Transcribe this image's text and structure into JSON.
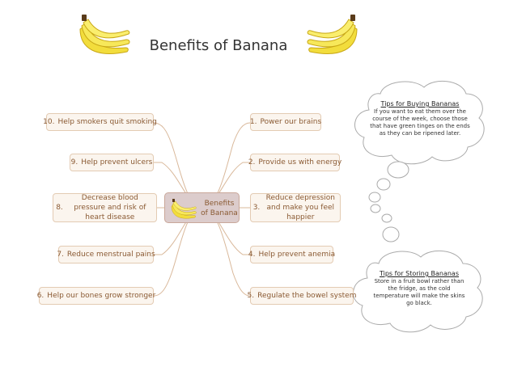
{
  "title": "Benefits of Banana",
  "center_topic": "Benefits of Banana",
  "left_branches": [
    {
      "number": "10.",
      "text": "Help smokers quit smoking"
    },
    {
      "number": "9.",
      "text": "Help prevent ulcers"
    },
    {
      "number": "8.",
      "text": "Decrease blood pressure and risk of heart disease"
    },
    {
      "number": "7.",
      "text": "Reduce menstrual pains"
    },
    {
      "number": "6.",
      "text": "Help our bones grow stronger"
    }
  ],
  "right_branches": [
    {
      "number": "1.",
      "text": "Power our brains"
    },
    {
      "number": "2.",
      "text": "Provide us with energy"
    },
    {
      "number": "3.",
      "text": "Reduce depression and make you feel happier"
    },
    {
      "number": "4.",
      "text": "Help prevent anemia"
    },
    {
      "number": "5.",
      "text": "Regulate the bowel system"
    }
  ],
  "tips_buying": {
    "heading": "Tips for Buying Bananas",
    "body": "If you want to eat them over the course of the week, choose those that have green tinges on the ends as they can be ripened later."
  },
  "tips_storing": {
    "heading": "Tips for Storing Bananas",
    "body": "Store in a fruit bowl rather than the fridge, as the cold temperature will make the skins go black."
  },
  "colors": {
    "box_fill": "#fbf5ee",
    "box_border": "#e3cbb3",
    "text": "#8a5a33",
    "connector": "#d9b89a",
    "center_fill": "#dccccc",
    "banana": "#f5e04a"
  }
}
